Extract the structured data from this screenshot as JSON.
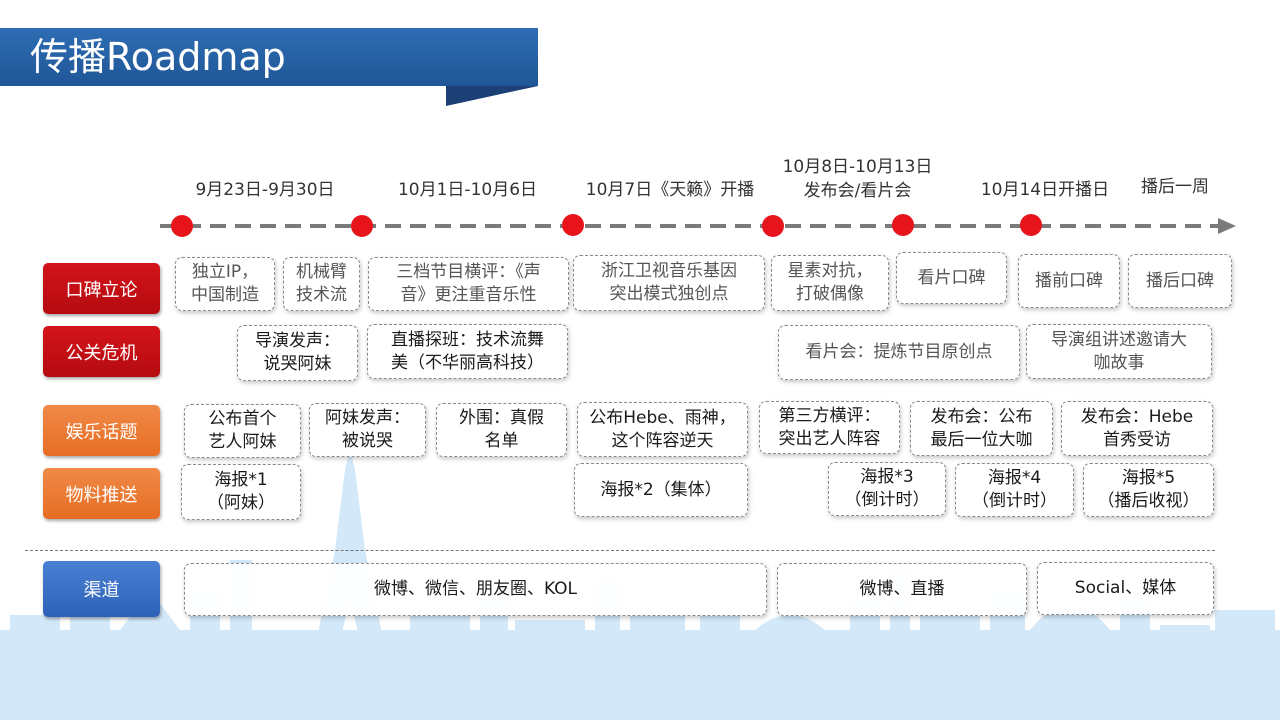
{
  "title": "传播Roadmap",
  "colors": {
    "title_blue": "#2e6db4",
    "red": "#c8141a",
    "orange": "#eb7a35",
    "blue": "#3a6fc8",
    "timeline_dot": "#e8141b",
    "skyline": "#cfe6f7"
  },
  "timeline": {
    "dates": [
      {
        "label": "9月23日-9月30日"
      },
      {
        "label": "10月1日-10月6日"
      },
      {
        "label": "10月7日《天籁》开播"
      },
      {
        "label": "10月8日-10月13日\n发布会/看片会"
      },
      {
        "label": "10月14日开播日"
      },
      {
        "label": "播后一周"
      }
    ]
  },
  "categories": {
    "koubei": "口碑立论",
    "gongguan": "公关危机",
    "yule": "娱乐话题",
    "wuliao": "物料推送",
    "qudao": "渠道"
  },
  "rows": {
    "koubei": [
      "独立IP，\n中国制造",
      "机械臂\n技术流",
      "三档节目横评：《声\n音》更注重音乐性",
      "浙江卫视音乐基因\n突出模式独创点",
      "星素对抗，\n打破偶像",
      "看片口碑",
      "播前口碑",
      "播后口碑"
    ],
    "gongguan": [
      "导演发声：\n说哭阿妹",
      "直播探班：技术流舞\n美（不华丽高科技）",
      "看片会：提炼节目原创点",
      "导演组讲述邀请大\n咖故事"
    ],
    "yule": [
      "公布首个\n艺人阿妹",
      "阿妹发声：\n被说哭",
      "外围：真假\n名单",
      "公布Hebe、雨神，\n这个阵容逆天",
      "第三方横评：\n突出艺人阵容",
      "发布会：公布\n最后一位大咖",
      "发布会：Hebe\n首秀受访"
    ],
    "wuliao": [
      "海报*1\n（阿妹）",
      "海报*2（集体）",
      "海报*3\n（倒计时）",
      "海报*4\n（倒计时）",
      "海报*5\n（播后收视）"
    ],
    "qudao": [
      "微博、微信、朋友圈、KOL",
      "微博、直播",
      "Social、媒体"
    ]
  }
}
